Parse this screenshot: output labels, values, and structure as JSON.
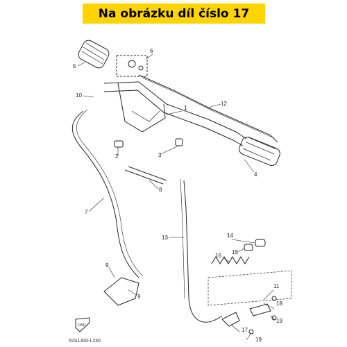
{
  "header": {
    "title": "Na obrázku díl číslo 17"
  },
  "diagram": {
    "code": "52S1300-L230",
    "fwd_label": "FWD",
    "parts": [
      "1",
      "2",
      "3",
      "4",
      "5",
      "6",
      "7",
      "8",
      "9",
      "9",
      "10",
      "11",
      "12",
      "13",
      "14",
      "15",
      "16",
      "17",
      "18",
      "19",
      "19"
    ]
  },
  "colors": {
    "banner": "#ffd400",
    "line": "#222222"
  }
}
